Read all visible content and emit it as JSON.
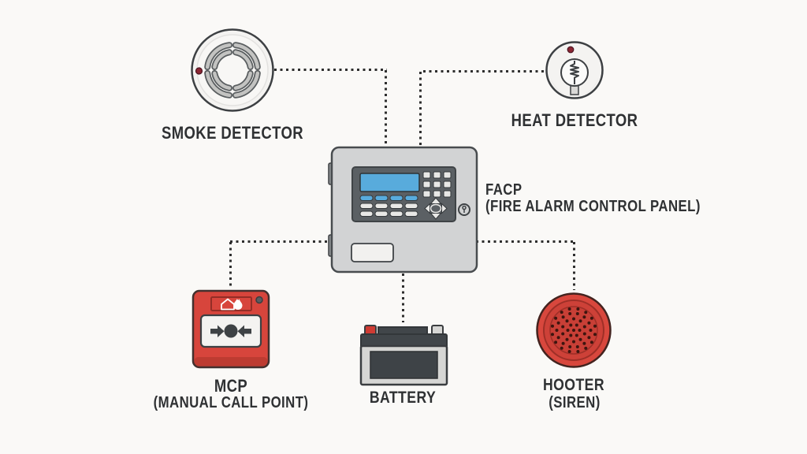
{
  "diagram_type": "fire-alarm-system-wiring-diagram",
  "background": "#faf9f7",
  "line_color": "#2e2e2e",
  "nodes": {
    "smoke_detector": {
      "label": "SMOKE DETECTOR"
    },
    "heat_detector": {
      "label": "HEAT DETECTOR"
    },
    "facp": {
      "label": "FACP",
      "sublabel": "(FIRE ALARM CONTROL PANEL)"
    },
    "mcp": {
      "label": "MCP",
      "sublabel": "(MANUAL CALL POINT)"
    },
    "battery": {
      "label": "BATTERY"
    },
    "hooter": {
      "label": "HOOTER",
      "sublabel": "(SIREN)"
    }
  },
  "connections": [
    {
      "from": "smoke_detector",
      "to": "facp",
      "style": "dotted"
    },
    {
      "from": "heat_detector",
      "to": "facp",
      "style": "dotted"
    },
    {
      "from": "facp",
      "to": "mcp",
      "style": "dotted"
    },
    {
      "from": "facp",
      "to": "battery",
      "style": "dotted"
    },
    {
      "from": "facp",
      "to": "hooter",
      "style": "dotted"
    }
  ],
  "colors": {
    "device_red": "#d7453c",
    "device_red_dark": "#bd3b31",
    "panel_gray": "#d2d3d4",
    "console_gray": "#5b6064",
    "lcd_blue": "#58abdc",
    "dark_component": "#3e4347",
    "outline": "#3d4043",
    "led_red": "#8c2633",
    "label_text": "#2f3133"
  }
}
